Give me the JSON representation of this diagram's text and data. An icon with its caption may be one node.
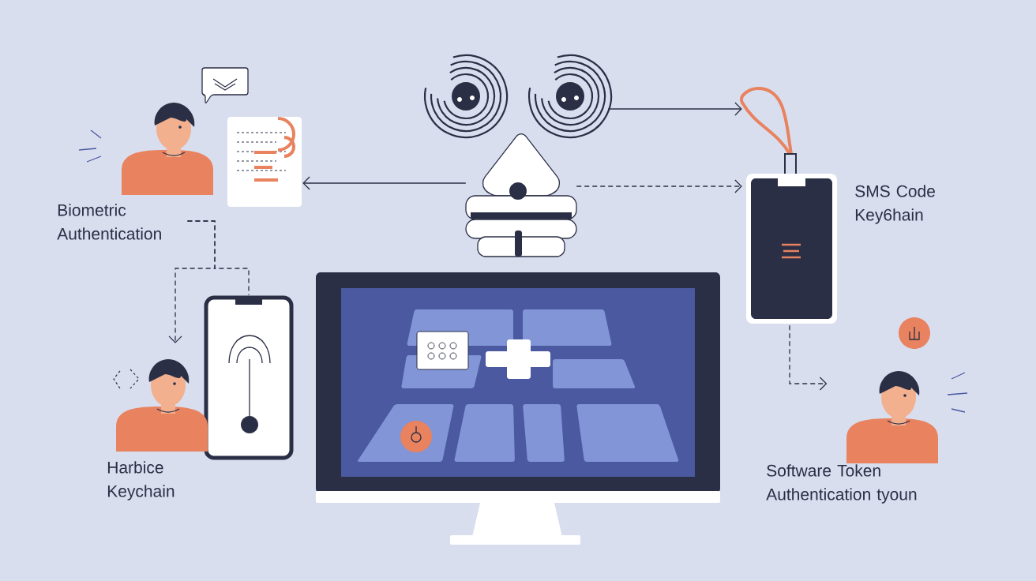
{
  "diagram": {
    "nodes": [
      {
        "text": [],
        "shape": "person"
      },
      {
        "text": [],
        "shape": "picture"
      },
      {
        "text": [],
        "shape": "picture"
      },
      {
        "text": [],
        "shape": "picture"
      },
      {
        "text": [],
        "shape": "picture"
      },
      {
        "text": [
          "SMS Code Key6hain"
        ]
      },
      {
        "text": [
          "Biometric Authentication"
        ]
      },
      {
        "text": [],
        "shape": "picture"
      },
      {
        "text": [],
        "shape": "person"
      },
      {
        "text": [],
        "shape": "picture"
      },
      {
        "text": [],
        "shape": "person"
      },
      {
        "text": [
          "Harbice Keychain"
        ]
      },
      {
        "text": [
          "Software Token Authentication tyoun"
        ]
      }
    ],
    "edges": [
      {
        "from": 4,
        "to": 1,
        "arrow": "to"
      },
      {
        "from": 2,
        "to": 3,
        "arrow": "to"
      },
      {
        "from": 4,
        "to": 3,
        "arrow": "to",
        "style": "dashed"
      },
      {
        "from": 6,
        "to": 8,
        "arrow": "to",
        "style": "dashed"
      },
      {
        "from": 6,
        "to": 7,
        "arrow": "none",
        "style": "dashed"
      },
      {
        "from": 3,
        "to": 10,
        "arrow": "to",
        "style": "dashed"
      }
    ]
  }
}
